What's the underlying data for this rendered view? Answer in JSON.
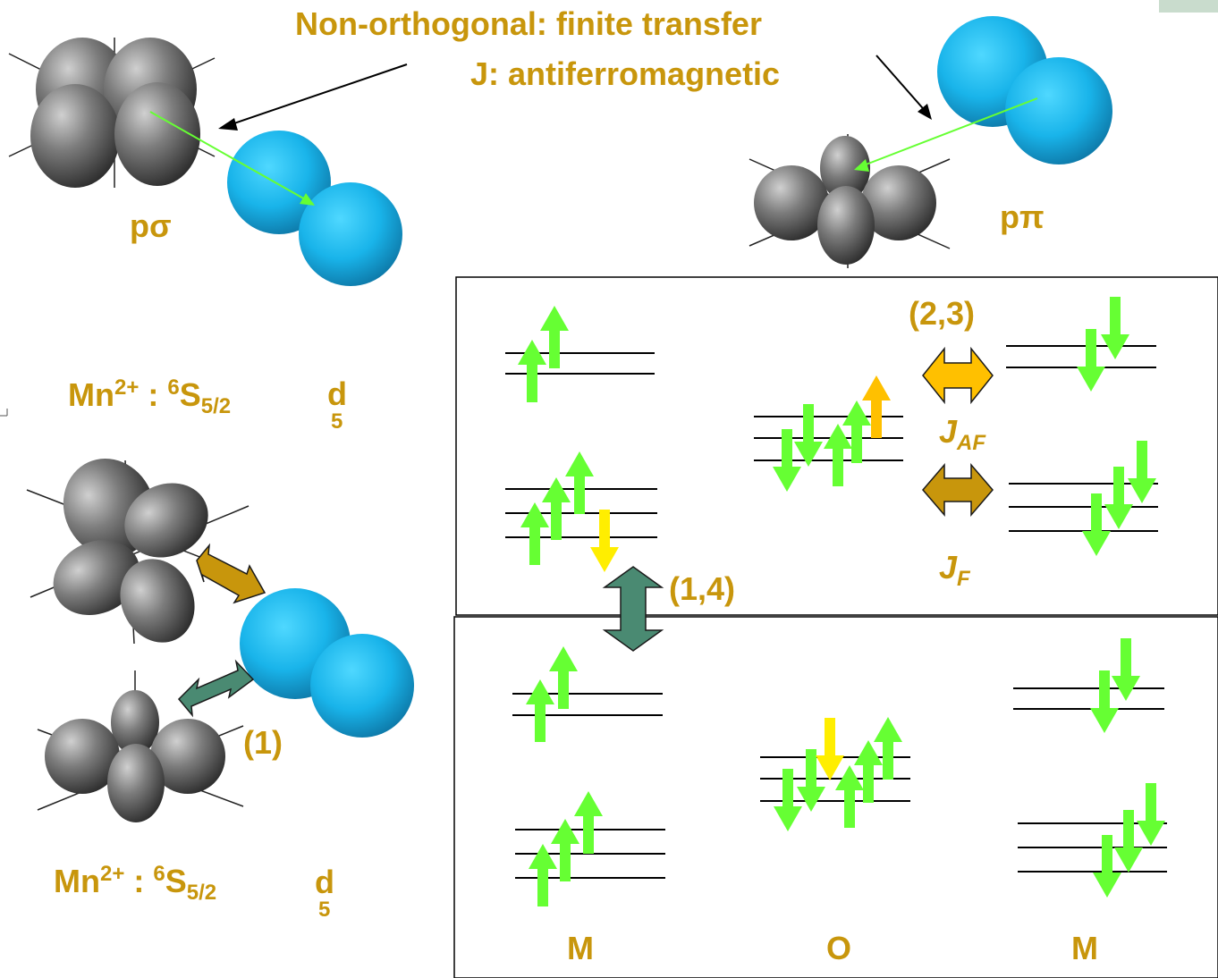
{
  "header": {
    "line1": "Non-orthogonal: finite transfer",
    "line2": "J: antiferromagnetic"
  },
  "orbital_labels": {
    "p_sigma": "pσ",
    "p_pi": "pπ"
  },
  "ion_top": {
    "ion": "Mn",
    "charge": "2+",
    "separator": " : ",
    "multiplicity": "6",
    "term": "S",
    "j": "5/2",
    "config_letter": "d",
    "config_count": "5"
  },
  "ion_bottom": {
    "ion": "Mn",
    "charge": "2+",
    "separator": " : ",
    "multiplicity": "6",
    "term": "S",
    "j": "5/2",
    "config_letter": "d",
    "config_count": "5"
  },
  "transfer_labels": {
    "one": "(1)",
    "one_four": "(1,4)",
    "two_three": "(2,3)"
  },
  "couplings": {
    "jaf_main": "J",
    "jaf_sub": "AF",
    "jf_main": "J",
    "jf_sub": "F"
  },
  "site_labels": [
    "M",
    "O",
    "M"
  ],
  "colors": {
    "label": "#c8960c",
    "spin_arrow": "#66ff33",
    "spin_arrow_hole": "#ffee00",
    "jaf_arrow": "#ffc000",
    "jf_arrow": "#c8960c",
    "transfer_arrow": "#4a8a72",
    "cyan_orbital": "#19b4ea",
    "grey_orbital": "#7a7a7a"
  }
}
